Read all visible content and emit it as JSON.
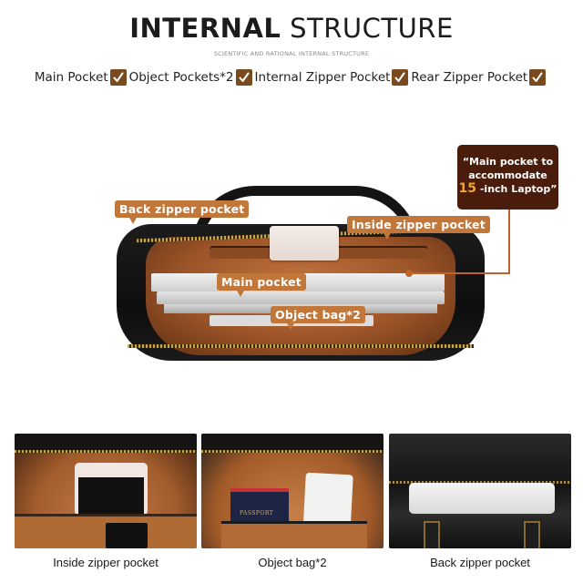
{
  "header": {
    "title_bold": "INTERNAL",
    "title_light": "STRUCTURE",
    "subtitle": "SCIENTIFIC AND RATIONAL INTERNAL STRUCTURE"
  },
  "features": [
    {
      "label": "Main Pocket",
      "icon": "checkmark-icon"
    },
    {
      "label": "Object Pockets*2",
      "icon": "checkmark-icon"
    },
    {
      "label": "Internal Zipper Pocket",
      "icon": "checkmark-icon"
    },
    {
      "label": "Rear Zipper Pocket",
      "icon": "checkmark-icon"
    }
  ],
  "callouts": {
    "back_zipper": "Back zipper pocket",
    "inside_zipper": "Inside zipper pocket",
    "main": "Main pocket",
    "object_bag": "Object bag*2"
  },
  "note": {
    "line1": "“Main pocket to",
    "line2": "accommodate",
    "highlight": "15",
    "line3_suffix": " -inch Laptop”"
  },
  "thumbnails": [
    {
      "caption": "Inside zipper pocket",
      "passport_text": ""
    },
    {
      "caption": "Object bag*2",
      "passport_text": "PASSPORT"
    },
    {
      "caption": "Back zipper pocket",
      "passport_text": ""
    }
  ],
  "colors": {
    "check_bg": "#7a4a1f",
    "callout_bg": "#c2773a",
    "note_bg": "#4a1c0c",
    "note_highlight": "#f4a623",
    "leader_line": "#c0602a"
  }
}
